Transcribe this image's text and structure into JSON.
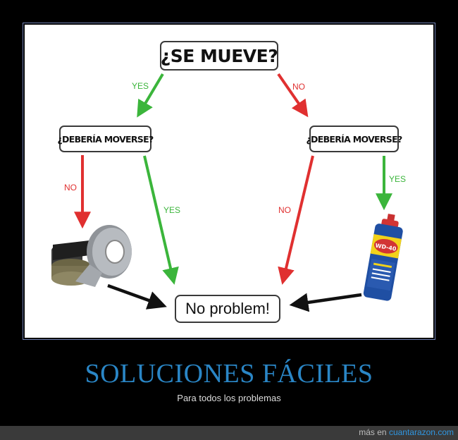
{
  "flowchart": {
    "start_question": "¿SE MUEVE?",
    "left_question": "¿DEBERÍA MOVERSE?",
    "right_question": "¿DEBERÍA MOVERSE?",
    "result": "No problem!",
    "edges": {
      "start_yes": "YES",
      "start_no": "NO",
      "left_no": "NO",
      "left_yes": "YES",
      "right_no": "NO",
      "right_yes": "YES"
    },
    "images": {
      "duct_tape": "duct-tape-rolls",
      "spray_can": "wd40-spray-can",
      "spray_can_brand": "WD-40"
    },
    "colors": {
      "yes_arrow": "#3bb53b",
      "no_arrow": "#e03030",
      "neutral_arrow": "#111111"
    }
  },
  "caption": {
    "title": "SOLUCIONES FÁCILES",
    "subtitle": "Para todos los problemas"
  },
  "footer": {
    "prefix": "más en",
    "site": "cuantarazon.com"
  }
}
